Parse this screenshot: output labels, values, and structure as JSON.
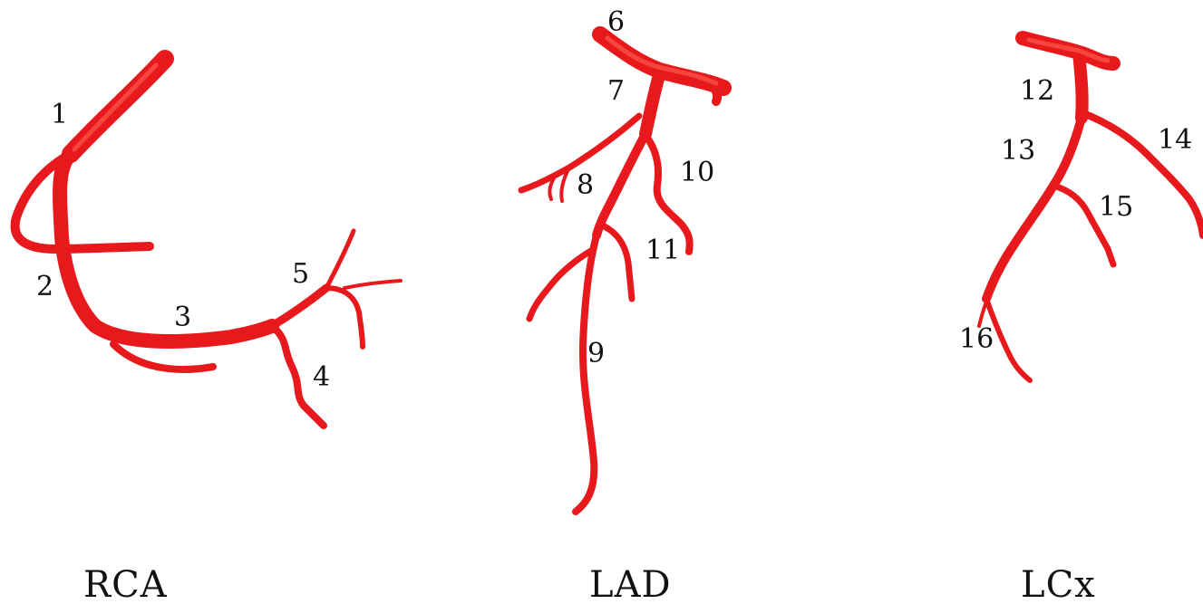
{
  "arteries": [
    {
      "id": "rca",
      "name": "RCA",
      "segments": [
        "1",
        "2",
        "3",
        "4",
        "5"
      ]
    },
    {
      "id": "lad",
      "name": "LAD",
      "segments": [
        "6",
        "7",
        "8",
        "9",
        "10",
        "11"
      ]
    },
    {
      "id": "lcx",
      "name": "LCx",
      "segments": [
        "12",
        "13",
        "14",
        "15",
        "16"
      ]
    }
  ],
  "colors": {
    "vessel": "#e8191c",
    "vessel_highlight": "#ff6a5c",
    "text": "#111111",
    "background": "#ffffff"
  }
}
